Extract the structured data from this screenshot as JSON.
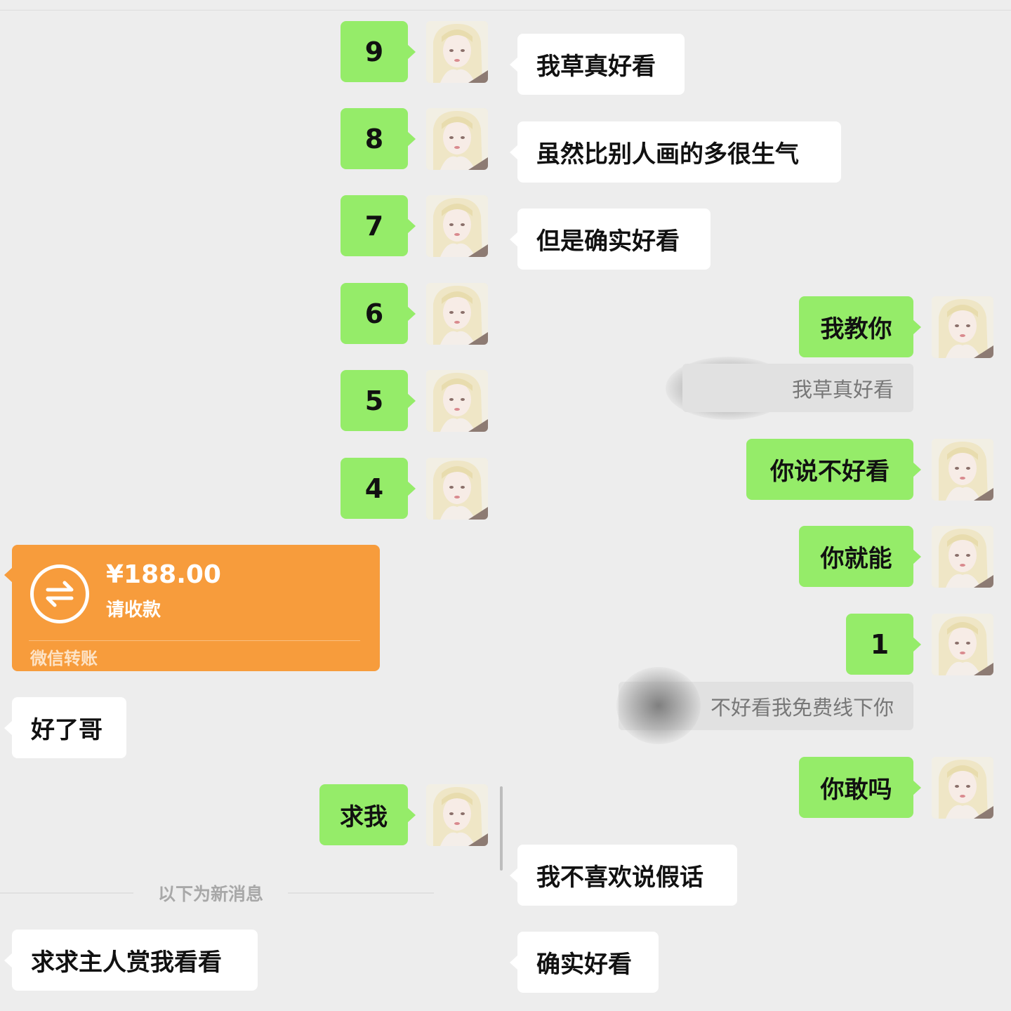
{
  "colors": {
    "background": "#ededed",
    "sent_bubble": "#95ec69",
    "received_bubble": "#ffffff",
    "transfer_card": "#f79c3c",
    "quote_bg": "#e1e1e1"
  },
  "left_panel": {
    "sent_numbers": [
      "9",
      "8",
      "7",
      "6",
      "5",
      "4"
    ],
    "transfer": {
      "amount": "¥188.00",
      "status": "请收款",
      "footer": "微信转账",
      "icon": "transfer-arrows-icon"
    },
    "received_1": "好了哥",
    "sent_qiuwo": "求我",
    "new_messages_divider": "以下为新消息",
    "received_2": "求求主人赏我看看"
  },
  "right_panel": {
    "received_top": [
      "我草真好看",
      "虽然比别人画的多很生气",
      "但是确实好看"
    ],
    "sent_1": "我教你",
    "quote_1": "我草真好看",
    "sent_2": "你说不好看",
    "sent_3": "你就能",
    "sent_4": "1",
    "quote_2": "不好看我免费线下你",
    "sent_5": "你敢吗",
    "received_bottom": [
      "我不喜欢说假话",
      "确实好看"
    ]
  }
}
